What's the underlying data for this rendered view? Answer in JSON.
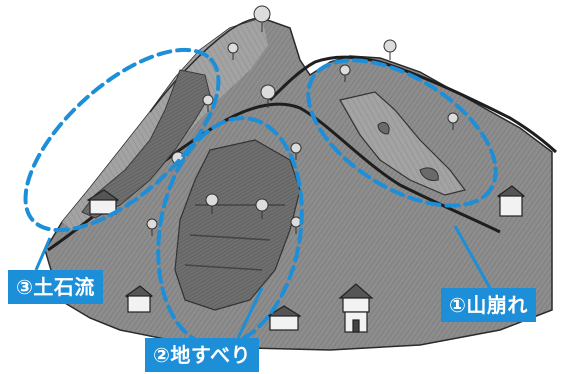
{
  "labels": {
    "debris_flow": "③土石流",
    "landslide": "②地すべり",
    "slope_collapse": "①山崩れ"
  },
  "colors": {
    "accent": "#1d8ed8",
    "ground": "#8f8f8f",
    "ground_dark": "#6e6e6e",
    "outline": "#2a2a2a"
  }
}
